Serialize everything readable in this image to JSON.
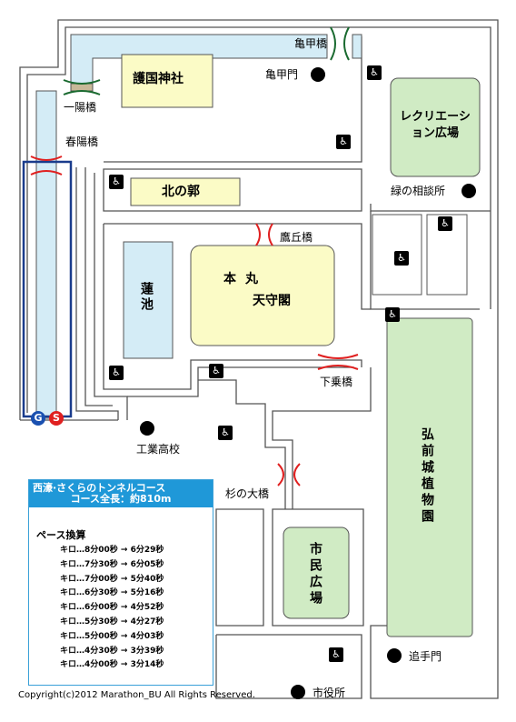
{
  "places": {
    "gokoku_shrine": "護国神社",
    "recreation_plaza": "レクリエーション広場",
    "kita_no_kuruwa": "北の郭",
    "hasu_pond": "蓮池",
    "honmaru": "本丸",
    "tenshukaku": "天守閣",
    "botanical_garden": "弘前城植物園",
    "shimin_plaza": "市民広場"
  },
  "bridges": {
    "kamenoko": "亀甲橋",
    "ichiyo": "一陽橋",
    "shunyo": "春陽橋",
    "takaoka": "鷹丘橋",
    "gejo": "下乗橋",
    "sugi_no_ohashi": "杉の大橋"
  },
  "gates_landmarks": {
    "kamenoko_gate": "亀甲門",
    "midori_sodansho": "緑の相談所",
    "kogyo_high_school": "工業高校",
    "oute_gate": "追手門",
    "city_hall": "市役所"
  },
  "markers": {
    "goal": "G",
    "start": "S",
    "toilet_icon": "toilet-icon"
  },
  "course_info": {
    "title": "西濠·さくらのトンネルコース",
    "length": "コース全長：約810m",
    "pace_header": "ペース換算",
    "pace_rows": [
      "キロ…8分00秒 → 6分29秒",
      "キロ…7分30秒 → 6分05秒",
      "キロ…7分00秒 → 5分40秒",
      "キロ…6分30秒 → 5分16秒",
      "キロ…6分00秒 → 4分52秒",
      "キロ…5分30秒 → 4分27秒",
      "キロ…5分00秒 → 4分03秒",
      "キロ…4分30秒 → 3分39秒",
      "キロ…4分00秒 → 3分14秒"
    ]
  },
  "colors": {
    "road_outline": "#555555",
    "water": "#d4ecf6",
    "building": "#fbfbc6",
    "park": "#d0ebc4",
    "course_line": "#1a3c8c",
    "bridge_mark": "#e02020",
    "start": "#e02020",
    "goal": "#1a50b0",
    "info_header": "#1f98d8"
  },
  "copyright": "Copyright(c)2012 Marathon_BU All Rights Reserved."
}
